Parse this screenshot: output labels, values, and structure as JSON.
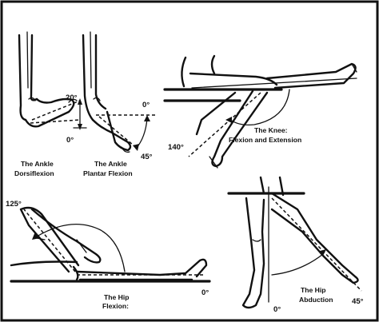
{
  "panels": {
    "ankle": {
      "dorsiflexion_caption": [
        "The Ankle",
        "Dorsiflexion"
      ],
      "plantar_caption": [
        "The Ankle",
        "Plantar Flexion"
      ],
      "dorsi_max": "20°",
      "dorsi_zero": "0°",
      "plantar_zero": "0°",
      "plantar_max": "45°"
    },
    "knee": {
      "caption": [
        "The Knee:",
        "Flexion and Extension"
      ],
      "max": "140°"
    },
    "hip_flexion": {
      "caption": [
        "The Hip",
        "Flexion:"
      ],
      "max": "125°",
      "zero": "0°"
    },
    "hip_abduction": {
      "caption": [
        "The Hip",
        "Abduction"
      ],
      "zero": "0°",
      "max": "45°"
    }
  },
  "colors": {
    "ink": "#111111",
    "paper": "#ffffff"
  }
}
